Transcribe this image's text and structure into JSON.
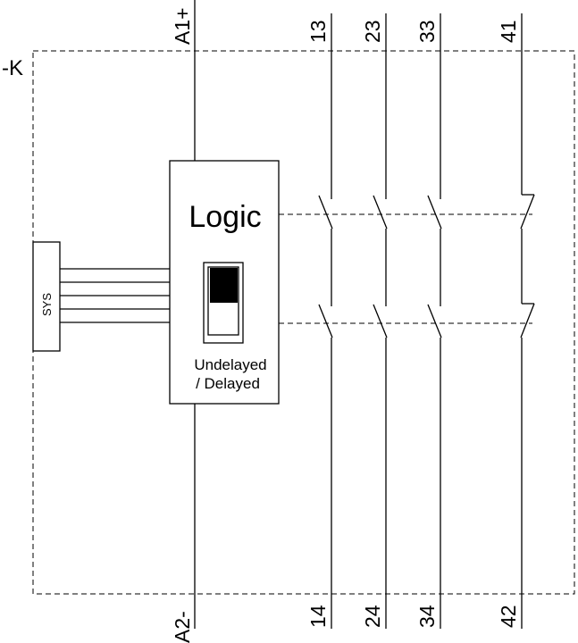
{
  "device": {
    "tag": "-K"
  },
  "logic_block": {
    "title": "Logic",
    "switch_label_line1": "Undelayed",
    "switch_label_line2": "/ Delayed"
  },
  "sys_connector": {
    "label": "SYS"
  },
  "supply": {
    "top_label": "A1+",
    "bottom_label": "A2-"
  },
  "contacts": [
    {
      "top": "13",
      "bottom": "14",
      "type": "NO"
    },
    {
      "top": "23",
      "bottom": "24",
      "type": "NO"
    },
    {
      "top": "33",
      "bottom": "34",
      "type": "NO"
    },
    {
      "top": "41",
      "bottom": "42",
      "type": "NC"
    }
  ],
  "colors": {
    "line": "#000000",
    "background": "#ffffff"
  }
}
